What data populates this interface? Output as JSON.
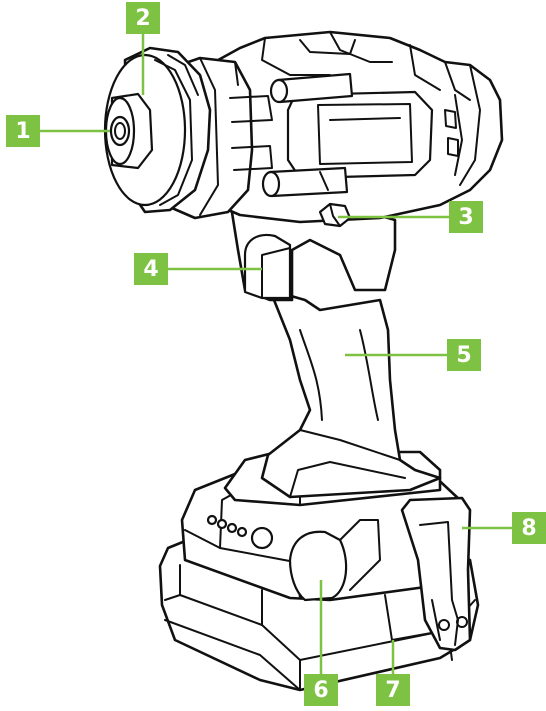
{
  "accent_color": "#7dc242",
  "callouts": [
    {
      "label": "1",
      "part": "bit-holder"
    },
    {
      "label": "2",
      "part": "chuck-collar"
    },
    {
      "label": "3",
      "part": "direction-switch"
    },
    {
      "label": "4",
      "part": "trigger"
    },
    {
      "label": "5",
      "part": "handle"
    },
    {
      "label": "6",
      "part": "battery-release-button"
    },
    {
      "label": "7",
      "part": "battery-pack"
    },
    {
      "label": "8",
      "part": "belt-clip"
    }
  ]
}
